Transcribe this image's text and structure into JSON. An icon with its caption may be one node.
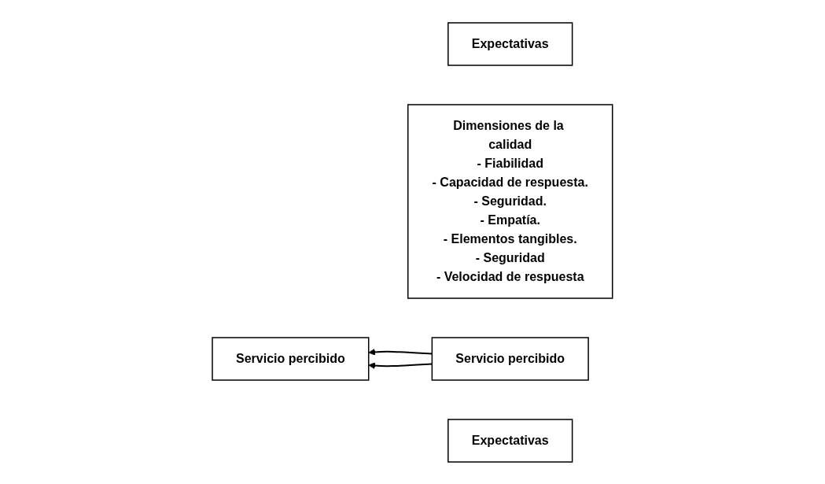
{
  "diagram": {
    "nodes": [
      {
        "text": [
          "Expectativas"
        ]
      },
      {
        "text": [
          "Dimensiones de la calidad",
          "- Fiabilidad",
          "- Capacidad de respuesta.",
          "- Seguridad.",
          "- Empatía.",
          "- Elementos tangibles.",
          "- Seguridad",
          "- Velocidad de respuesta"
        ]
      },
      {
        "text": [
          "Servicio percibido"
        ]
      },
      {
        "text": [
          "Servicio percibido"
        ]
      },
      {
        "text": [
          "Expectativas"
        ]
      }
    ],
    "edges": [
      {
        "from": 3,
        "to": 2,
        "arrow": "to"
      },
      {
        "from": 3,
        "to": 2,
        "arrow": "to"
      }
    ]
  }
}
